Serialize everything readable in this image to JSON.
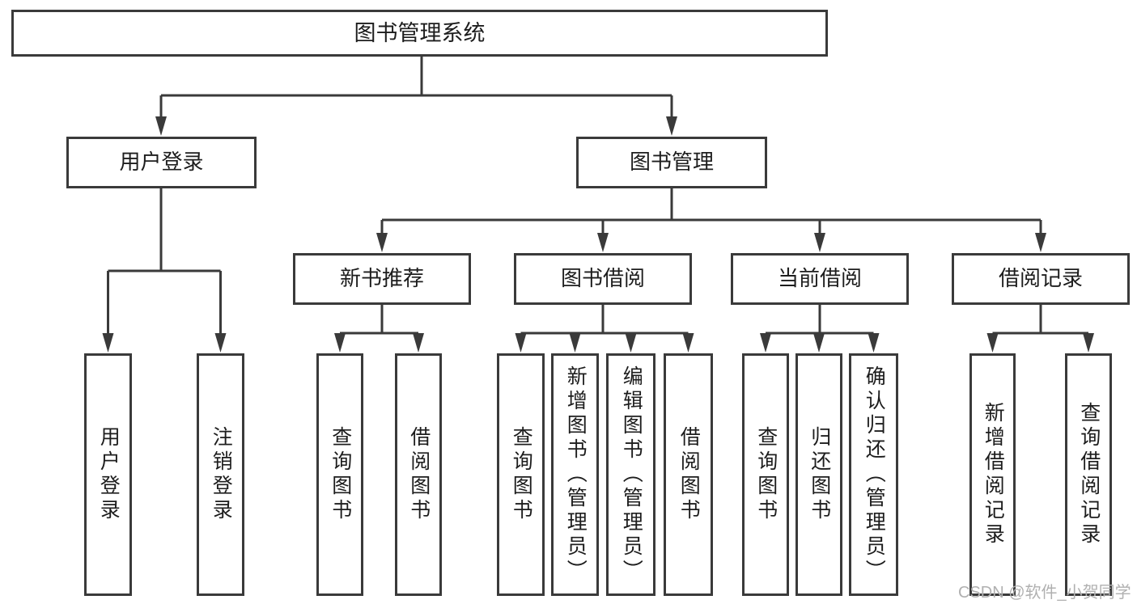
{
  "tree": {
    "label": "图书管理系统",
    "children": [
      {
        "label": "用户登录",
        "children": [
          {
            "label": "用户登录"
          },
          {
            "label": "注销登录"
          }
        ]
      },
      {
        "label": "图书管理",
        "children": [
          {
            "label": "新书推荐",
            "children": [
              {
                "label": "查询图书"
              },
              {
                "label": "借阅图书"
              }
            ]
          },
          {
            "label": "图书借阅",
            "children": [
              {
                "label": "查询图书"
              },
              {
                "label": "新增图书（管理员）"
              },
              {
                "label": "编辑图书（管理员）"
              },
              {
                "label": "借阅图书"
              }
            ]
          },
          {
            "label": "当前借阅",
            "children": [
              {
                "label": "查询图书"
              },
              {
                "label": "归还图书"
              },
              {
                "label": "确认归还（管理员）"
              }
            ]
          },
          {
            "label": "借阅记录",
            "children": [
              {
                "label": "新增借阅记录"
              },
              {
                "label": "查询借阅记录"
              }
            ]
          }
        ]
      }
    ]
  },
  "watermark": {
    "text": "CSDN @软件_小贺同学"
  },
  "colors": {
    "line": "#3a3a3a",
    "box_border": "#3a3a3a",
    "box_fill": "#ffffff",
    "text": "#1d1d1d",
    "watermark_text": "#b0b0b0",
    "background": "#ffffff"
  }
}
